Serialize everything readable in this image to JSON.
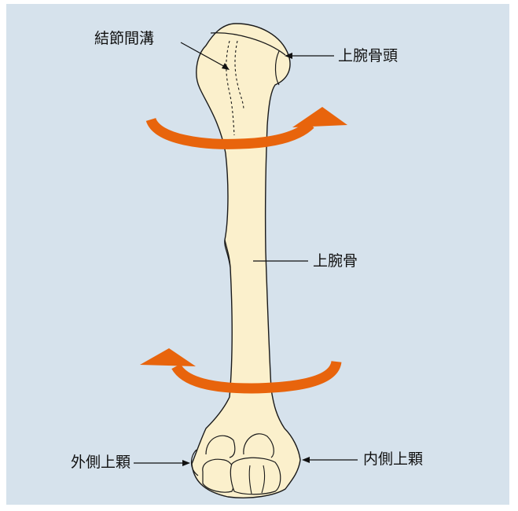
{
  "colors": {
    "background": "#d6e2ec",
    "bone_fill": "#fbf0cc",
    "bone_stroke": "#1a1a1a",
    "arrow": "#e8640c"
  },
  "labels": {
    "groove": "結節間溝",
    "head": "上腕骨頭",
    "humerus": "上腕骨",
    "lateral_epicondyle": "外側上顆",
    "medial_epicondyle": "内側上顆"
  },
  "arrows": {
    "upper_rotation": "clockwise-to-right",
    "lower_rotation": "counterclockwise-to-left"
  }
}
